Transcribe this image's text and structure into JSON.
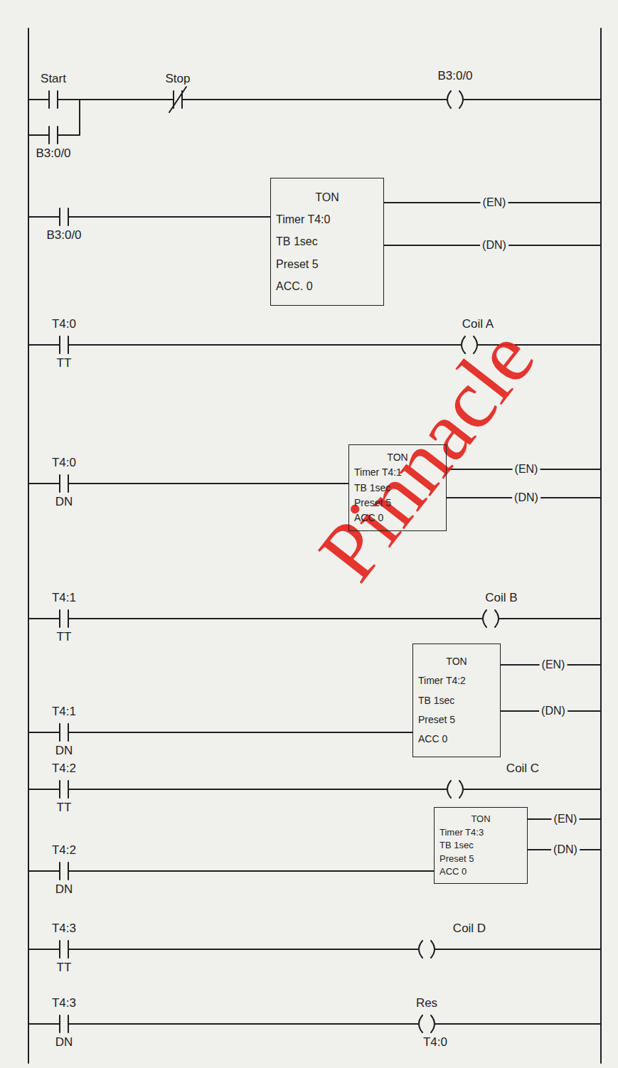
{
  "diagram": {
    "nodes": [
      {
        "text": [
          "TON",
          "Timer T4:0",
          "TB 1sec",
          "Preset 5",
          "ACC. 0"
        ]
      },
      {
        "text": [
          "TON",
          "Timer T4:1",
          "TB 1sec",
          "Preset 5",
          "ACC 0"
        ]
      },
      {
        "text": [
          "TON",
          "Timer T4:2",
          "TB 1sec",
          "Preset 5",
          "ACC 0"
        ]
      },
      {
        "text": [
          "TON",
          "Timer T4:3",
          "TB 1sec",
          "Preset 5",
          "ACC 0"
        ]
      }
    ],
    "labels": [
      "B3:0/0",
      "Start",
      "Stop",
      "B3:0/0",
      "B3:0/0",
      "(EN)",
      "(DN)",
      "T4:0",
      "TT",
      "Coil A",
      "T4:0",
      "DN",
      "(EN)",
      "(DN)",
      "T4:1",
      "TT",
      "Coil B",
      "T4:1",
      "DN",
      "(EN)",
      "(DN)",
      "T4:2",
      "TT",
      "Coil C",
      "T4:2",
      "DN",
      "(EN)",
      "(DN)",
      "T4:3",
      "TT",
      "Coil D",
      "T4:3",
      "DN",
      "Res",
      "T4:0",
      "Pinnacle"
    ]
  }
}
